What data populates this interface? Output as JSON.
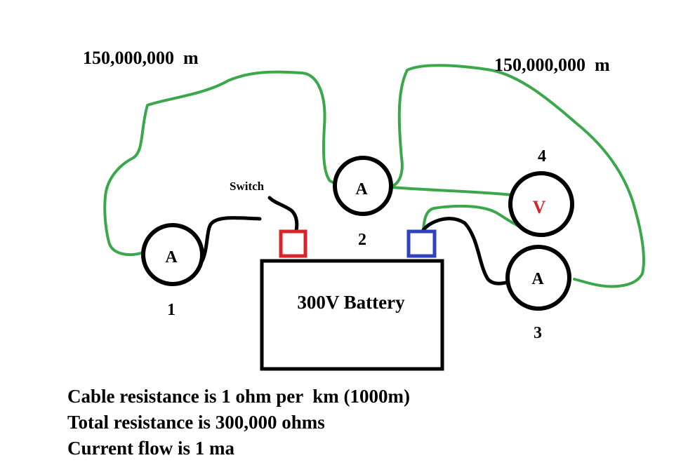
{
  "labels": {
    "distance_left": "150,000,000  m",
    "distance_right": "150,000,000  m",
    "switch": "Switch",
    "battery": "300V Battery"
  },
  "meters": [
    {
      "id": "1",
      "symbol": "A",
      "number": "1"
    },
    {
      "id": "2",
      "symbol": "A",
      "number": "2"
    },
    {
      "id": "3",
      "symbol": "A",
      "number": "3"
    },
    {
      "id": "4",
      "symbol": "V",
      "number": "4"
    }
  ],
  "notes": [
    "Cable resistance is 1 ohm per  km (1000m)",
    "Total resistance is 300,000 ohms",
    "Current flow is 1 ma"
  ],
  "colors": {
    "wire_green": "#3aa84a",
    "wire_black": "#000000",
    "terminal_positive": "#d9252a",
    "terminal_negative": "#3042c0",
    "voltmeter_symbol": "#d22a2a"
  }
}
